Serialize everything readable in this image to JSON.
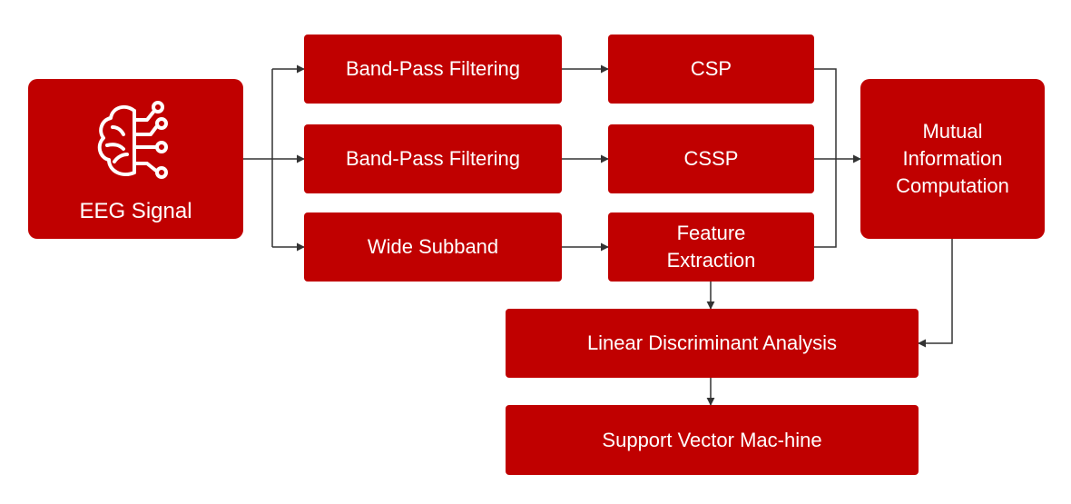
{
  "nodes": {
    "eeg": {
      "label": "EEG Signal",
      "icon": "brain-circuit-icon"
    },
    "bp1": {
      "label": "Band-Pass Filtering"
    },
    "bp2": {
      "label": "Band-Pass Filtering"
    },
    "wide": {
      "label": "Wide Subband"
    },
    "csp": {
      "label": "CSP"
    },
    "cssp": {
      "label": "CSSP"
    },
    "fe": {
      "line1": "Feature",
      "line2": "Extraction"
    },
    "mi": {
      "line1": "Mutual",
      "line2": "Information",
      "line3": "Computation"
    },
    "lda": {
      "label": "Linear Discriminant Analysis"
    },
    "svm": {
      "label": "Support Vector Mac-hine"
    }
  },
  "colors": {
    "box": "#c00000",
    "text": "#ffffff",
    "line": "#333333"
  }
}
